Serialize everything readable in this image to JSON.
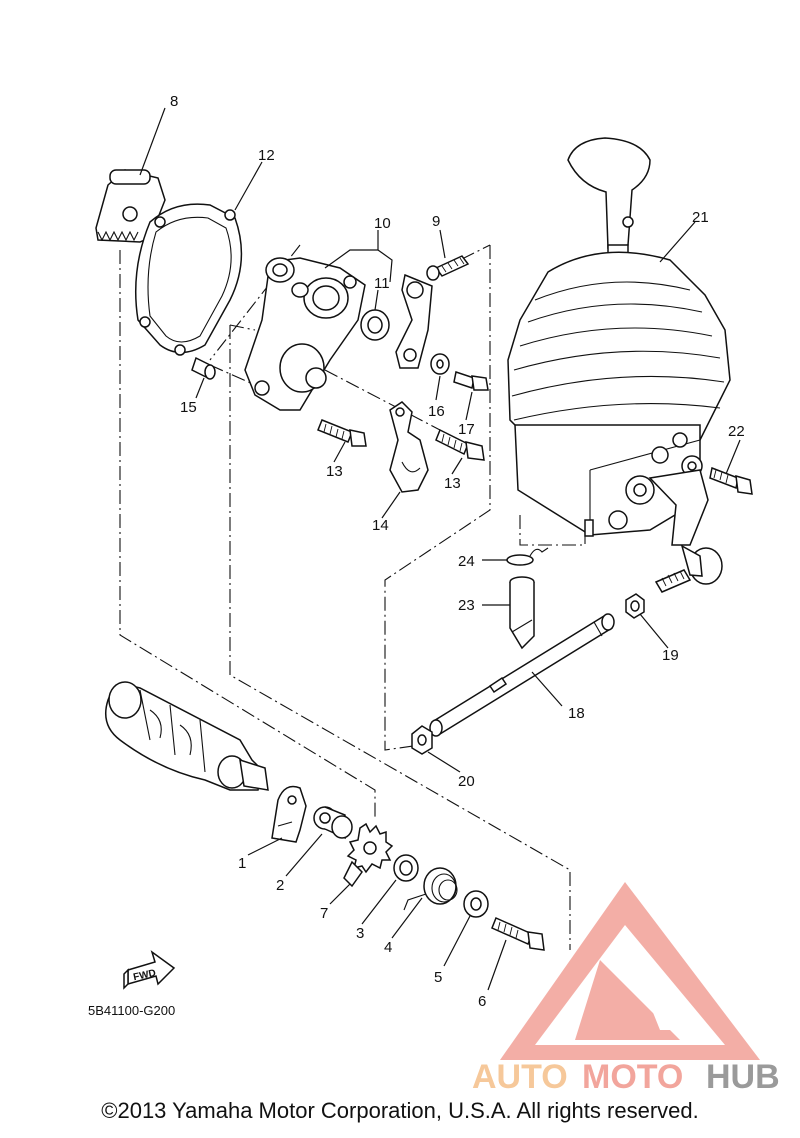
{
  "diagram_code": "5B41100-G200",
  "copyright": "©2013 Yamaha Motor Corporation, U.S.A. All rights reserved.",
  "fwd_label": "FWD",
  "watermark": {
    "word_auto": "AUTO",
    "word_moto": "MOTO",
    "word_hub": "HUB",
    "colors": {
      "triangle": "#f2a59c",
      "auto": "#f6c89a",
      "moto": "#f2a59c",
      "hub": "#9a9a9a"
    }
  },
  "callouts": {
    "c1": "1",
    "c2": "2",
    "c3": "3",
    "c4": "4",
    "c5": "5",
    "c6": "6",
    "c7": "7",
    "c8": "8",
    "c9": "9",
    "c10": "10",
    "c11": "11",
    "c12": "12",
    "c13a": "13",
    "c13b": "13",
    "c14": "14",
    "c15": "15",
    "c16": "16",
    "c17": "17",
    "c18": "18",
    "c19": "19",
    "c20": "20",
    "c21": "21",
    "c22": "22",
    "c23": "23",
    "c24": "24"
  }
}
